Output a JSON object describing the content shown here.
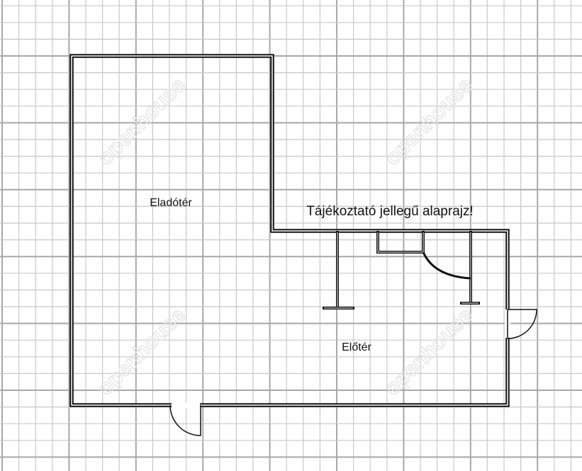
{
  "rooms": {
    "sales_area": "Eladótér",
    "entrance_hall": "Előtér"
  },
  "note": "Tájékoztató jellegű alaprajz!",
  "watermark": "openhouse",
  "colors": {
    "wall": "#111111",
    "grid_minor": "#c8c8c8",
    "grid_major": "#a8a8a8"
  }
}
